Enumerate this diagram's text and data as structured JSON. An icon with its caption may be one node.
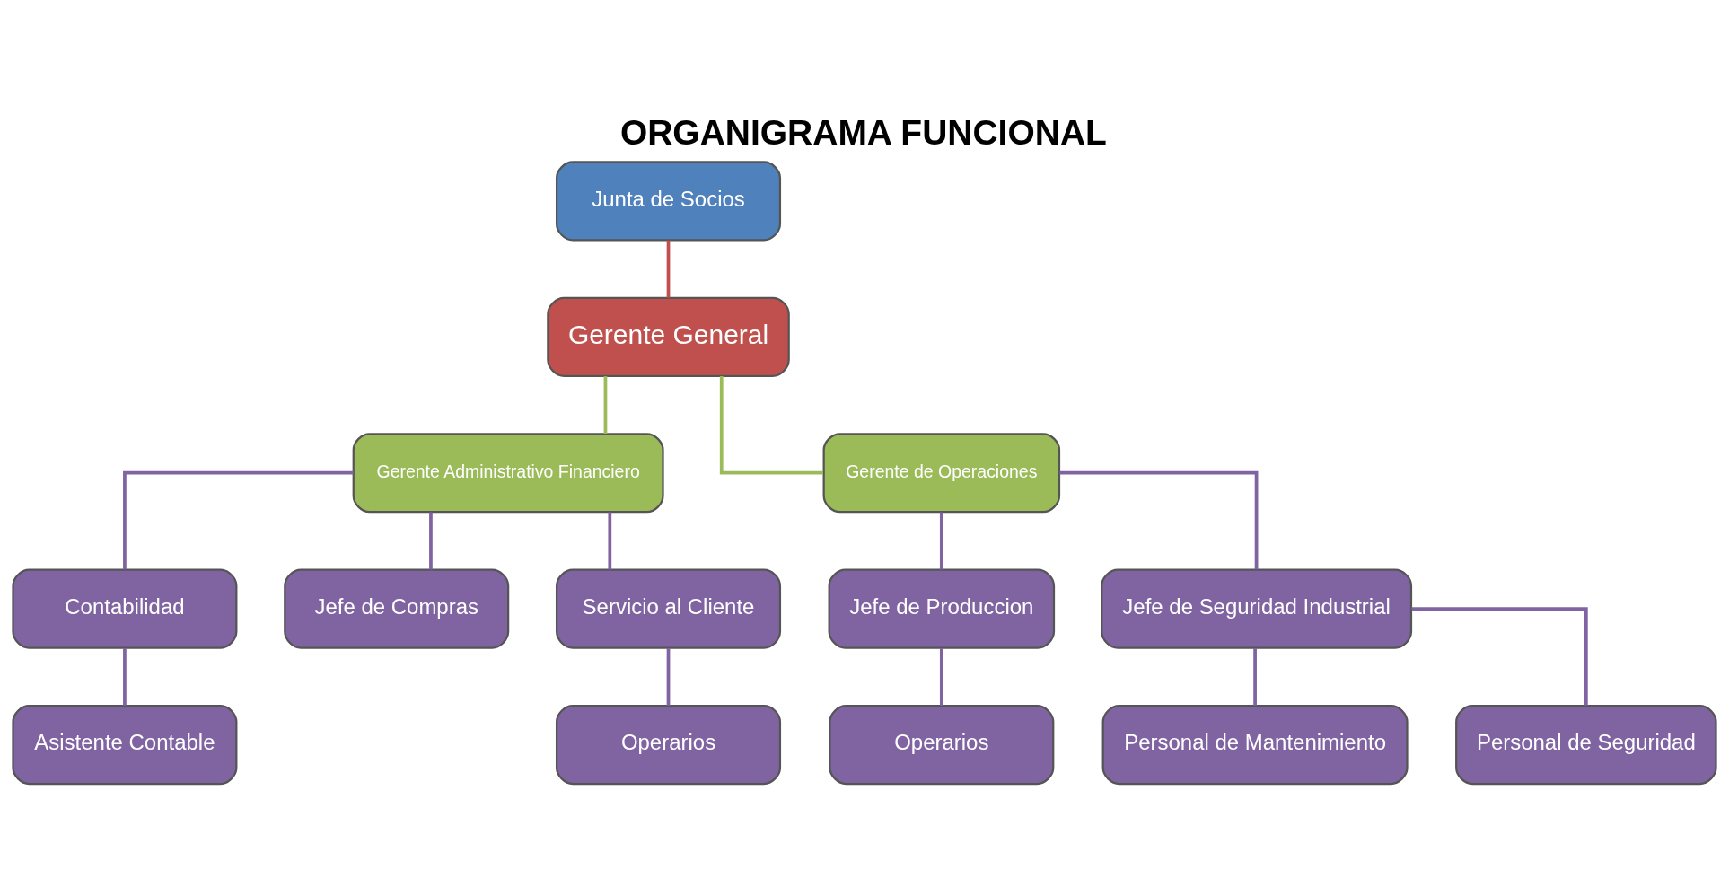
{
  "diagram": {
    "title": "ORGANIGRAMA FUNCIONAL",
    "nodes": [
      {
        "text": [
          "Junta de Socios"
        ]
      },
      {
        "text": [
          "Gerente General"
        ]
      },
      {
        "text": [
          "Gerente Administrativo Financiero"
        ]
      },
      {
        "text": [
          "Gerente de Operaciones"
        ]
      },
      {
        "text": [
          "Contabilidad"
        ]
      },
      {
        "text": [
          "Jefe de Compras"
        ]
      },
      {
        "text": [
          "Servicio al Cliente"
        ]
      },
      {
        "text": [
          "Jefe de Produccion"
        ]
      },
      {
        "text": [
          "Jefe de Seguridad Industrial"
        ]
      },
      {
        "text": [
          "Asistente Contable"
        ]
      },
      {
        "text": [
          "Operarios"
        ]
      },
      {
        "text": [
          "Operarios"
        ]
      },
      {
        "text": [
          "Personal de Mantenimiento"
        ]
      },
      {
        "text": [
          "Personal de Seguridad"
        ]
      }
    ],
    "edges": [
      {
        "from": 0,
        "to": 1,
        "arrow": "none",
        "color": "#c0504d"
      },
      {
        "from": 1,
        "to": 2,
        "arrow": "none",
        "color": "#9bbb59"
      },
      {
        "from": 1,
        "to": 3,
        "arrow": "none",
        "color": "#9bbb59"
      },
      {
        "from": 2,
        "to": 4,
        "arrow": "none"
      },
      {
        "from": 2,
        "to": 5,
        "arrow": "none"
      },
      {
        "from": 2,
        "to": 6,
        "arrow": "none"
      },
      {
        "from": 3,
        "to": 7,
        "arrow": "none"
      },
      {
        "from": 3,
        "to": 8,
        "arrow": "none"
      },
      {
        "from": 4,
        "to": 9,
        "arrow": "none"
      },
      {
        "from": 6,
        "to": 10,
        "arrow": "none"
      },
      {
        "from": 7,
        "to": 11,
        "arrow": "none"
      },
      {
        "from": 8,
        "to": 12,
        "arrow": "none"
      },
      {
        "from": 8,
        "to": 13,
        "arrow": "none"
      }
    ]
  }
}
